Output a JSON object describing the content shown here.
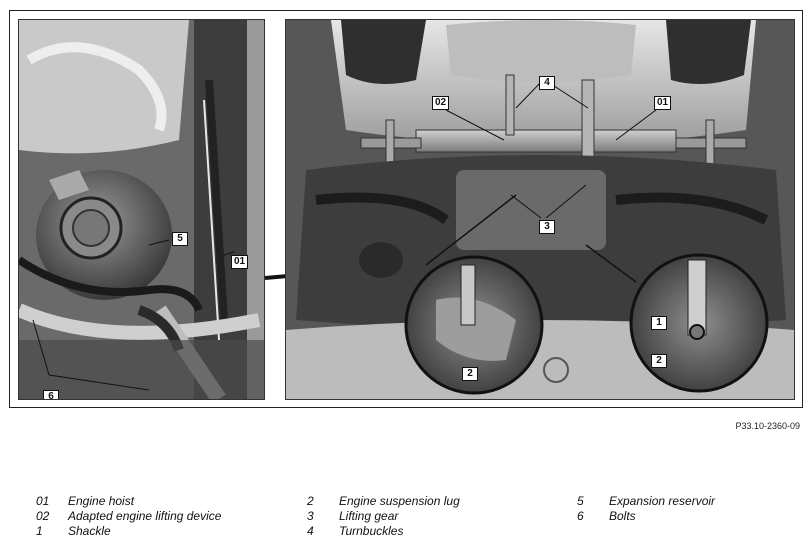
{
  "figure": {
    "code": "P33.10-2360-09",
    "left_callouts": [
      "5",
      "01",
      "6"
    ],
    "right_callouts": [
      "02",
      "4",
      "01",
      "3",
      "1",
      "2",
      "2"
    ]
  },
  "legend": {
    "columns": [
      [
        {
          "num": "01",
          "text": "Engine hoist"
        },
        {
          "num": "02",
          "text": "Adapted engine lifting device"
        },
        {
          "num": "1",
          "text": "Shackle"
        }
      ],
      [
        {
          "num": "2",
          "text": "Engine suspension lug"
        },
        {
          "num": "3",
          "text": "Lifting gear"
        },
        {
          "num": "4",
          "text": "Turnbuckles"
        }
      ],
      [
        {
          "num": "5",
          "text": "Expansion reservoir"
        },
        {
          "num": "6",
          "text": "Bolts"
        }
      ]
    ]
  }
}
